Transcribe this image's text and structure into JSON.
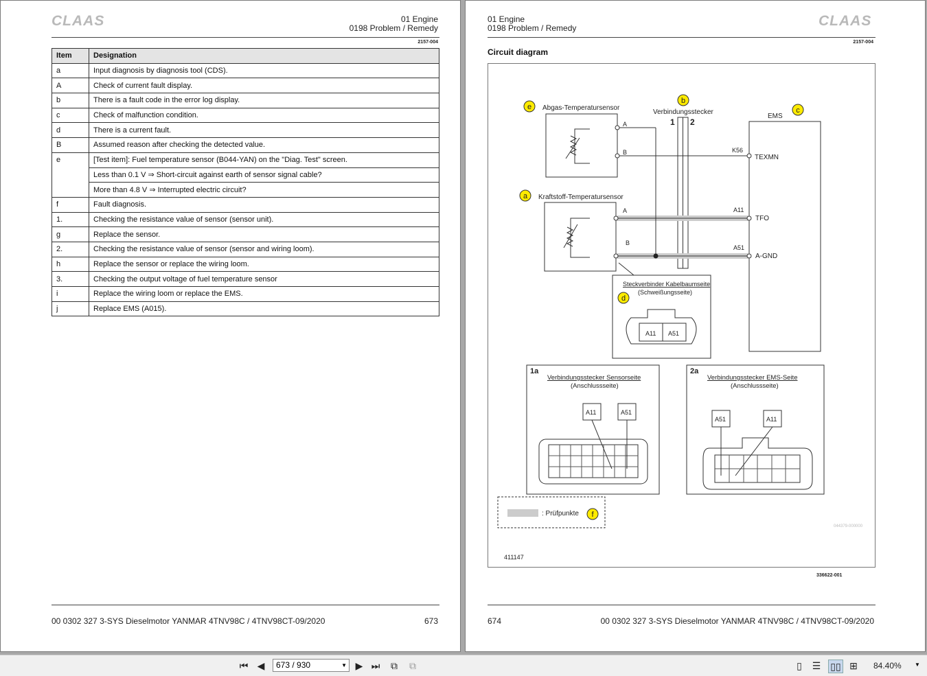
{
  "left_page": {
    "logo": "CLAAS",
    "header_line1": "01 Engine",
    "header_line2": "0198 Problem / Remedy",
    "doc_code": "2157-004",
    "table": {
      "col_item": "Item",
      "col_designation": "Designation",
      "rows": [
        {
          "item": "a",
          "text": "Input diagnosis by diagnosis tool (CDS)."
        },
        {
          "item": "A",
          "text": "Check of current fault display."
        },
        {
          "item": "b",
          "text": "There is a fault code in the error log display."
        },
        {
          "item": "c",
          "text": "Check of malfunction condition."
        },
        {
          "item": "d",
          "text": "There is a current fault."
        },
        {
          "item": "B",
          "text": "Assumed reason after checking the detected value."
        },
        {
          "item": "e",
          "text": "[Test item]: Fuel temperature sensor (B044-YAN) on the \"Diag. Test\" screen."
        },
        {
          "item": "",
          "text": "Less than 0.1 V ⇒ Short-circuit against earth of sensor signal cable?"
        },
        {
          "item": "",
          "text": "More than 4.8 V ⇒ Interrupted electric circuit?"
        },
        {
          "item": "f",
          "text": "Fault diagnosis."
        },
        {
          "item": "1.",
          "text": "Checking the resistance value of sensor (sensor unit)."
        },
        {
          "item": "g",
          "text": "Replace the sensor."
        },
        {
          "item": "2.",
          "text": "Checking the resistance value of sensor (sensor and wiring loom)."
        },
        {
          "item": "h",
          "text": "Replace the sensor or replace the wiring loom."
        },
        {
          "item": "3.",
          "text": "Checking the output voltage of fuel temperature sensor"
        },
        {
          "item": "i",
          "text": "Replace the wiring loom or replace the EMS."
        },
        {
          "item": "j",
          "text": "Replace EMS (A015)."
        }
      ]
    },
    "footer_doc": "00 0302 327 3-SYS Dieselmotor YANMAR 4TNV98C / 4TNV98CT-09/2020",
    "page_number": "673"
  },
  "right_page": {
    "logo": "CLAAS",
    "header_line1": "01 Engine",
    "header_line2": "0198 Problem / Remedy",
    "doc_code": "2157-004",
    "section_title": "Circuit diagram",
    "diagram": {
      "label_e": "e",
      "label_b": "b",
      "label_c": "c",
      "label_a": "a",
      "label_d": "d",
      "label_f": "f",
      "exhaust_sensor": "Abgas-Temperatursensor",
      "connector": "Verbindungsstecker",
      "pin1": "1",
      "pin2": "2",
      "ems": "EMS",
      "pin_A_top": "A",
      "pin_B_top": "B",
      "k56": "K56",
      "texmn": "TEXMN",
      "fuel_sensor": "Kraftstoff-Temperatursensor",
      "pin_A_bot": "A",
      "pin_B_bot": "B",
      "a11": "A11",
      "tfo": "TFO",
      "a51": "A51",
      "agnd": "A-GND",
      "plug_title1": "Steckverbinder Kabelbaumseite",
      "plug_title2": "(Schweißungsseite)",
      "plug_a11": "A11",
      "plug_a51": "A51",
      "box1a": "1a",
      "box1a_title1": "Verbindungsstecker Sensorseite",
      "box1a_title2": "(Anschlussseite)",
      "box1a_pin1": "A11",
      "box1a_pin2": "A51",
      "box2a": "2a",
      "box2a_title1": "Verbindungsstecker EMS-Seite",
      "box2a_title2": "(Anschlussseite)",
      "box2a_pin1": "A51",
      "box2a_pin2": "A11",
      "legend": ": Prüfpunkte",
      "watermark": "044379-000000",
      "fig_no": "411147"
    },
    "figure_code": "336622-001",
    "footer_doc": "00 0302 327 3-SYS Dieselmotor YANMAR 4TNV98C / 4TNV98CT-09/2020",
    "page_number": "674"
  },
  "toolbar": {
    "page_field": "673 / 930",
    "zoom": "84.40%",
    "icons": [
      "first-page-icon",
      "prev-page-icon",
      "next-page-icon",
      "last-page-icon",
      "previous-view-icon",
      "next-view-icon",
      "single-page-icon",
      "continuous-icon",
      "facing-icon",
      "continuous-facing-icon"
    ]
  }
}
